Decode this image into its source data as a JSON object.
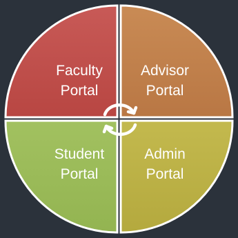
{
  "quadrants": [
    {
      "id": "faculty",
      "line1": "Faculty",
      "line2": "Portal",
      "color": "#c0504d"
    },
    {
      "id": "advisor",
      "line1": "Advisor",
      "line2": "Portal",
      "color": "#c0814a"
    },
    {
      "id": "student",
      "line1": "Student",
      "line2": "Portal",
      "color": "#9bbb59"
    },
    {
      "id": "admin",
      "line1": "Admin",
      "line2": "Portal",
      "color": "#bcb246"
    }
  ],
  "background": "#2b323b",
  "cycle_icon": "circular-arrows-icon"
}
